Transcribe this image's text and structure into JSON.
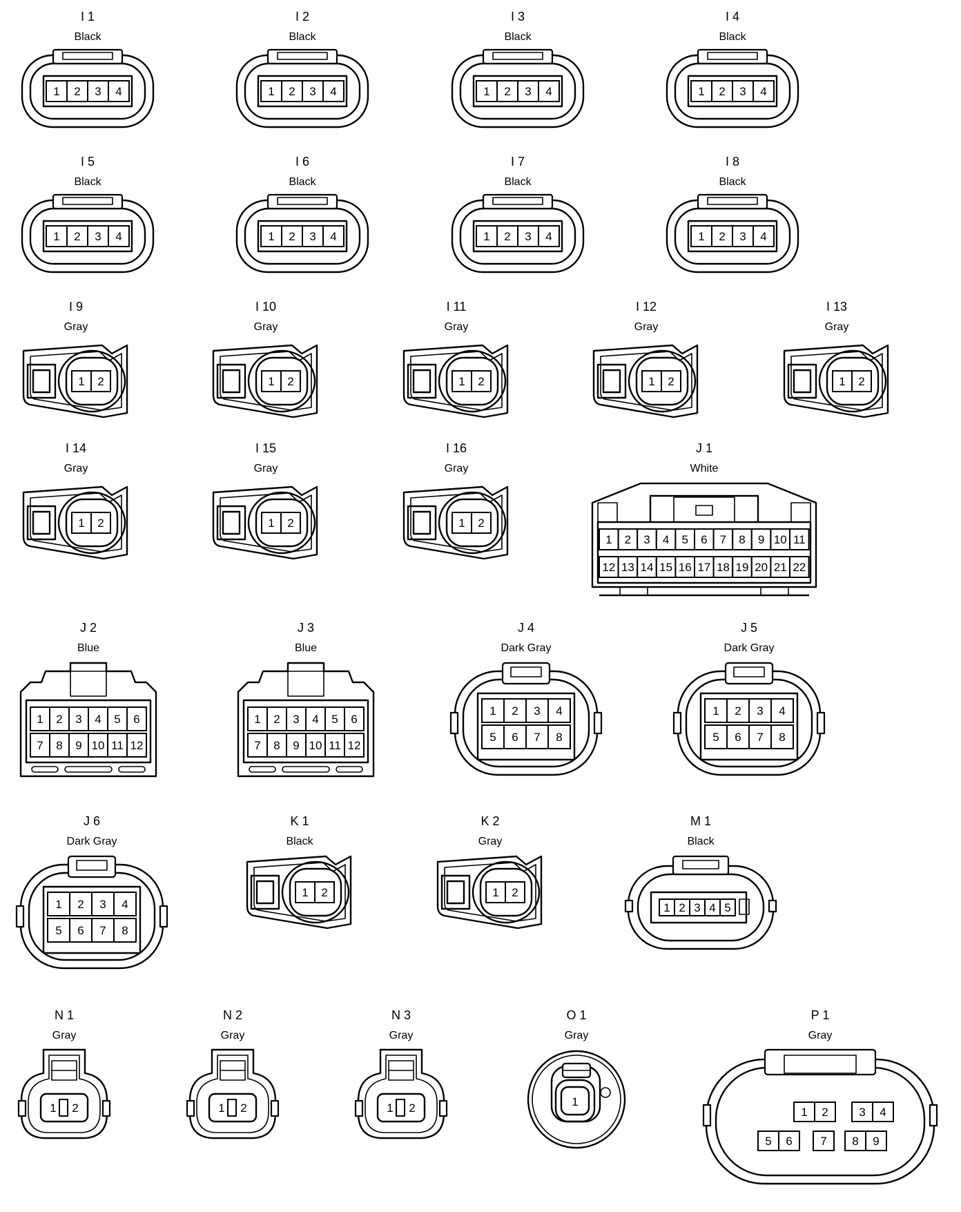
{
  "connectors": [
    {
      "id": "I 1",
      "color": "Black",
      "style": "rect4",
      "pins": [
        "1",
        "2",
        "3",
        "4"
      ]
    },
    {
      "id": "I 2",
      "color": "Black",
      "style": "rect4",
      "pins": [
        "1",
        "2",
        "3",
        "4"
      ]
    },
    {
      "id": "I 3",
      "color": "Black",
      "style": "rect4",
      "pins": [
        "1",
        "2",
        "3",
        "4"
      ]
    },
    {
      "id": "I 4",
      "color": "Black",
      "style": "rect4",
      "pins": [
        "1",
        "2",
        "3",
        "4"
      ]
    },
    {
      "id": "I 5",
      "color": "Black",
      "style": "rect4",
      "pins": [
        "1",
        "2",
        "3",
        "4"
      ]
    },
    {
      "id": "I 6",
      "color": "Black",
      "style": "rect4",
      "pins": [
        "1",
        "2",
        "3",
        "4"
      ]
    },
    {
      "id": "I 7",
      "color": "Black",
      "style": "rect4",
      "pins": [
        "1",
        "2",
        "3",
        "4"
      ]
    },
    {
      "id": "I 8",
      "color": "Black",
      "style": "rect4",
      "pins": [
        "1",
        "2",
        "3",
        "4"
      ]
    },
    {
      "id": "I 9",
      "color": "Gray",
      "style": "lat2",
      "pins": [
        "1",
        "2"
      ]
    },
    {
      "id": "I 10",
      "color": "Gray",
      "style": "lat2",
      "pins": [
        "1",
        "2"
      ]
    },
    {
      "id": "I 11",
      "color": "Gray",
      "style": "lat2",
      "pins": [
        "1",
        "2"
      ]
    },
    {
      "id": "I 12",
      "color": "Gray",
      "style": "lat2",
      "pins": [
        "1",
        "2"
      ]
    },
    {
      "id": "I 13",
      "color": "Gray",
      "style": "lat2",
      "pins": [
        "1",
        "2"
      ]
    },
    {
      "id": "I 14",
      "color": "Gray",
      "style": "lat2",
      "pins": [
        "1",
        "2"
      ]
    },
    {
      "id": "I 15",
      "color": "Gray",
      "style": "lat2",
      "pins": [
        "1",
        "2"
      ]
    },
    {
      "id": "I 16",
      "color": "Gray",
      "style": "lat2",
      "pins": [
        "1",
        "2"
      ]
    },
    {
      "id": "J 1",
      "color": "White",
      "style": "j22",
      "pins": [
        "1",
        "2",
        "3",
        "4",
        "5",
        "6",
        "7",
        "8",
        "9",
        "10",
        "11",
        "12",
        "13",
        "14",
        "15",
        "16",
        "17",
        "18",
        "19",
        "20",
        "21",
        "22"
      ]
    },
    {
      "id": "J 2",
      "color": "Blue",
      "style": "j12",
      "pins": [
        "1",
        "2",
        "3",
        "4",
        "5",
        "6",
        "7",
        "8",
        "9",
        "10",
        "11",
        "12"
      ]
    },
    {
      "id": "J 3",
      "color": "Blue",
      "style": "j12",
      "pins": [
        "1",
        "2",
        "3",
        "4",
        "5",
        "6",
        "7",
        "8",
        "9",
        "10",
        "11",
        "12"
      ]
    },
    {
      "id": "J 4",
      "color": "Dark Gray",
      "style": "oval8",
      "pins": [
        "1",
        "2",
        "3",
        "4",
        "5",
        "6",
        "7",
        "8"
      ]
    },
    {
      "id": "J 5",
      "color": "Dark Gray",
      "style": "oval8",
      "pins": [
        "1",
        "2",
        "3",
        "4",
        "5",
        "6",
        "7",
        "8"
      ]
    },
    {
      "id": "J 6",
      "color": "Dark Gray",
      "style": "oval8",
      "pins": [
        "1",
        "2",
        "3",
        "4",
        "5",
        "6",
        "7",
        "8"
      ]
    },
    {
      "id": "K 1",
      "color": "Black",
      "style": "lat2",
      "pins": [
        "1",
        "2"
      ]
    },
    {
      "id": "K 2",
      "color": "Gray",
      "style": "lat2",
      "pins": [
        "1",
        "2"
      ]
    },
    {
      "id": "M 1",
      "color": "Black",
      "style": "m5",
      "pins": [
        "1",
        "2",
        "3",
        "4",
        "5"
      ]
    },
    {
      "id": "N 1",
      "color": "Gray",
      "style": "n2",
      "pins": [
        "1",
        "2"
      ]
    },
    {
      "id": "N 2",
      "color": "Gray",
      "style": "n2",
      "pins": [
        "1",
        "2"
      ]
    },
    {
      "id": "N 3",
      "color": "Gray",
      "style": "n2",
      "pins": [
        "1",
        "2"
      ]
    },
    {
      "id": "O 1",
      "color": "Gray",
      "style": "round1",
      "pins": [
        "1"
      ]
    },
    {
      "id": "P 1",
      "color": "Gray",
      "style": "p9",
      "pins": [
        "1",
        "2",
        "3",
        "4",
        "5",
        "6",
        "7",
        "8",
        "9"
      ]
    }
  ]
}
